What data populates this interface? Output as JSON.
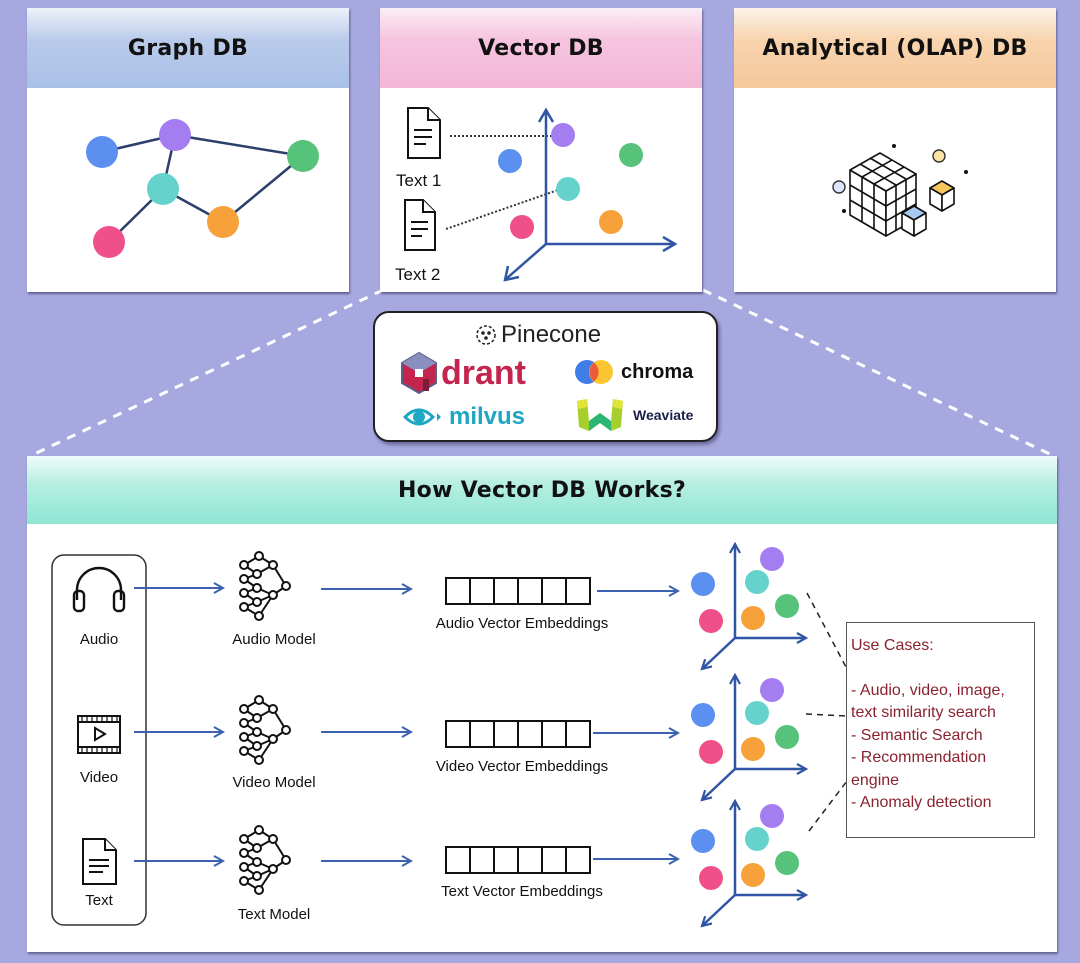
{
  "top_panels": {
    "graph": {
      "title": "Graph DB",
      "nodes": [
        {
          "id": "blue",
          "color": "#5b8ff0"
        },
        {
          "id": "purple",
          "color": "#a47ef0"
        },
        {
          "id": "green",
          "color": "#56c27a"
        },
        {
          "id": "teal",
          "color": "#66d2cc"
        },
        {
          "id": "orange",
          "color": "#f6a13a"
        },
        {
          "id": "pink",
          "color": "#f0508a"
        }
      ],
      "edges": [
        [
          "blue",
          "purple"
        ],
        [
          "purple",
          "green"
        ],
        [
          "purple",
          "teal"
        ],
        [
          "teal",
          "orange"
        ],
        [
          "orange",
          "green"
        ],
        [
          "teal",
          "pink"
        ]
      ]
    },
    "vector": {
      "title": "Vector DB",
      "documents": [
        {
          "label": "Text 1"
        },
        {
          "label": "Text 2"
        }
      ]
    },
    "olap": {
      "title": "Analytical (OLAP) DB"
    }
  },
  "vendors": {
    "pinecone": "Pinecone",
    "qdrant": "drant",
    "chroma": "chroma",
    "milvus": "milvus",
    "weaviate": "Weaviate"
  },
  "how_it_works": {
    "title": "How Vector DB Works?",
    "rows": [
      {
        "input": "Audio",
        "input_icon": "headphones-icon",
        "model": "Audio Model",
        "embeddings": "Audio Vector Embeddings"
      },
      {
        "input": "Video",
        "input_icon": "video-icon",
        "model": "Video Model",
        "embeddings": "Video Vector Embeddings"
      },
      {
        "input": "Text",
        "input_icon": "document-icon",
        "model": "Text Model",
        "embeddings": "Text Vector Embeddings"
      }
    ],
    "embedding_cells": 6,
    "use_cases": {
      "title": "Use Cases:",
      "items": [
        "- Audio, video, image, text similarity search",
        "- Semantic Search",
        "- Recommendation engine",
        "- Anomaly detection"
      ]
    }
  },
  "colors": {
    "background": "#a7a8df",
    "axis": "#2f55a4",
    "arrow": "#3b62b0",
    "use_case_text": "#8a2230",
    "dot_blue": "#5b8ff0",
    "dot_purple": "#a47ef0",
    "dot_teal": "#66d2cc",
    "dot_green": "#56c27a",
    "dot_orange": "#f6a13a",
    "dot_pink": "#f0508a"
  }
}
